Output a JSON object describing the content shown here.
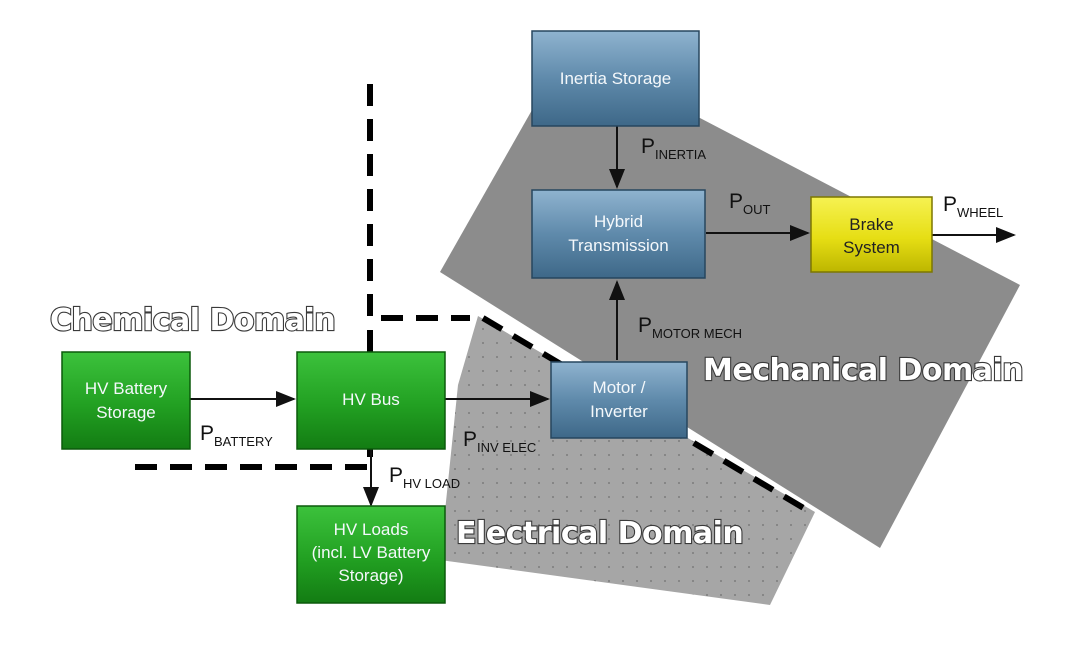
{
  "domains": {
    "chemical": "Chemical Domain",
    "mechanical": "Mechanical Domain",
    "electrical": "Electrical Domain"
  },
  "blocks": {
    "inertia_storage": [
      "Inertia Storage"
    ],
    "hybrid_transmission": [
      "Hybrid",
      "Transmission"
    ],
    "brake_system": [
      "Brake",
      "System"
    ],
    "hv_battery_storage": [
      "HV Battery",
      "Storage"
    ],
    "hv_bus": [
      "HV Bus"
    ],
    "motor_inverter": [
      "Motor /",
      "Inverter"
    ],
    "hv_loads": [
      "HV Loads",
      "(incl. LV Battery",
      "Storage)"
    ]
  },
  "power_labels": {
    "inertia": {
      "main": "P",
      "sub": "INERTIA"
    },
    "out": {
      "main": "P",
      "sub": "OUT"
    },
    "wheel": {
      "main": "P",
      "sub": "WHEEL"
    },
    "motor_mech": {
      "main": "P",
      "sub": "MOTOR MECH"
    },
    "battery": {
      "main": "P",
      "sub": "BATTERY"
    },
    "inv_elec": {
      "main": "P",
      "sub": "INV ELEC"
    },
    "hv_load": {
      "main": "P",
      "sub": "HV LOAD"
    }
  },
  "colors": {
    "green_block": "#27a827",
    "blue_block": "#5d88aa",
    "yellow_block": "#e9e21c",
    "mechanical_region": "#8a8a8a",
    "electrical_region": "#a4a4a4"
  }
}
